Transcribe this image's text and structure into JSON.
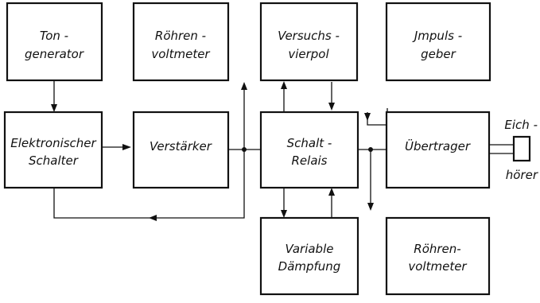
{
  "blocks": {
    "tongenerator": {
      "line1": "Ton -",
      "line2": "generator"
    },
    "roehrenvoltmeter_top": {
      "line1": "Röhren -",
      "line2": "voltmeter"
    },
    "versuchsvierpol": {
      "line1": "Versuchs -",
      "line2": "vierpol"
    },
    "impulsgeber": {
      "line1": "Jmpuls -",
      "line2": "geber"
    },
    "elektronischer_schalter": {
      "line1": "Elektronischer",
      "line2": "Schalter"
    },
    "verstaerker": {
      "line1": "Verstärker"
    },
    "schaltrelais": {
      "line1": "Schalt -",
      "line2": "Relais"
    },
    "uebertrager": {
      "line1": "Übertrager"
    },
    "variable_daempfung": {
      "line1": "Variable",
      "line2": "Dämpfung"
    },
    "roehrenvoltmeter_bottom": {
      "line1": "Röhren-",
      "line2": "voltmeter"
    }
  },
  "eichhoerer": {
    "line1": "Eich -",
    "line2": "hörer"
  }
}
